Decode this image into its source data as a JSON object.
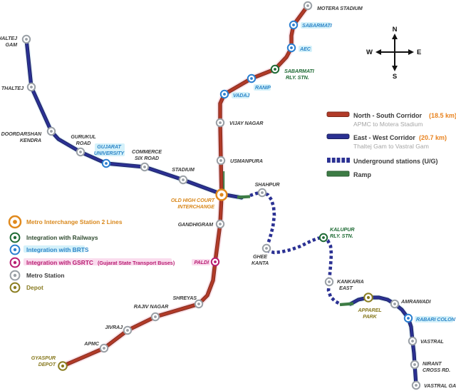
{
  "colors": {
    "north_south_corridor": "#b13a28",
    "east_west_corridor": "#2b3193",
    "ramp": "#3d7c45",
    "interchange": "#e0891d",
    "railways_integration": "#1f6b35",
    "brts_integration": "#2a7fd0",
    "gsrtc_integration": "#b81d72",
    "metro_station": "#9aa0a6",
    "depot": "#8a7d1f",
    "distance_text": "#e8821e",
    "station_label": "#3b3b3b",
    "subtitle_text": "#a6a6a6"
  },
  "compass": {
    "n": "N",
    "s": "S",
    "e": "E",
    "w": "W"
  },
  "legend_right": {
    "rows": [
      {
        "label": "North - South Corridor",
        "distance": "(18.5 km)",
        "subtitle": "APMC to Motera Stadium",
        "swatch": "red-solid"
      },
      {
        "label": "East - West Corridor",
        "distance": "(20.7 km)",
        "subtitle": "Thaltej Gam to Vastral Gam",
        "swatch": "blue-solid"
      },
      {
        "label": "Underground stations (U/G)",
        "swatch": "blue-dashed"
      },
      {
        "label": "Ramp",
        "swatch": "green-solid"
      }
    ]
  },
  "legend_left": {
    "rows": [
      {
        "label": "Metro Interchange Station 2 Lines",
        "type": "interchange"
      },
      {
        "label": "Integration with Railways",
        "type": "railways"
      },
      {
        "label": "Integration with BRTS",
        "type": "brts"
      },
      {
        "label": "Integration with GSRTC",
        "suffix": "(Gujarat State Transport Buses)",
        "type": "gsrtc"
      },
      {
        "label": "Metro Station",
        "type": "metro"
      },
      {
        "label": "Depot",
        "type": "depot"
      }
    ]
  },
  "stations": {
    "motera": {
      "label": "MOTERA STADIUM",
      "type": "metro"
    },
    "sabarmati": {
      "label": "SABARMATI",
      "type": "brts"
    },
    "aec": {
      "label": "AEC",
      "type": "brts"
    },
    "sabarmati_rly": {
      "line1": "SABARMATI",
      "line2": "RLY. STN.",
      "type": "railways"
    },
    "ranip": {
      "label": "RANIP",
      "type": "brts"
    },
    "vadaj": {
      "label": "VADAJ",
      "type": "brts"
    },
    "vijay_nagar": {
      "label": "VIJAY NAGAR",
      "type": "metro"
    },
    "usmanpura": {
      "label": "USMANPURA",
      "type": "metro"
    },
    "old_high_court": {
      "line1": "OLD HIGH COURT",
      "line2": "INTERCHANGE",
      "type": "interchange"
    },
    "gandhigram": {
      "label": "GANDHIGRAM",
      "type": "metro"
    },
    "paldi": {
      "label": "PALDI",
      "type": "gsrtc"
    },
    "shreyas": {
      "label": "SHREYAS",
      "type": "metro"
    },
    "rajiv_nagar": {
      "label": "RAJIV NAGAR",
      "type": "metro"
    },
    "jivraj": {
      "label": "JIVRAJ",
      "type": "metro"
    },
    "apmc": {
      "label": "APMC",
      "type": "metro"
    },
    "gyaspur_depot": {
      "line1": "GYASPUR",
      "line2": "DEPOT",
      "type": "depot"
    },
    "thaltej_gam": {
      "line1": "THALTEJ",
      "line2": "GAM",
      "type": "metro"
    },
    "thaltej": {
      "label": "THALTEJ",
      "type": "metro"
    },
    "doordarshan_kendra": {
      "line1": "DOORDARSHAN",
      "line2": "KENDRA",
      "type": "metro"
    },
    "gurukul_road": {
      "line1": "GURUKUL",
      "line2": "ROAD",
      "type": "metro"
    },
    "gujarat_university": {
      "line1": "GUJARAT",
      "line2": "UNIVERSITY",
      "type": "brts"
    },
    "commerce_six_road": {
      "line1": "COMMERCE",
      "line2": "SIX ROAD",
      "type": "metro"
    },
    "stadium": {
      "label": "STADIUM",
      "type": "metro"
    },
    "shahpur": {
      "label": "SHAHPUR",
      "type": "metro"
    },
    "ghee_kanta": {
      "line1": "GHEE",
      "line2": "KANTA",
      "type": "metro"
    },
    "kalupur_rly": {
      "line1": "KALUPUR",
      "line2": "RLY. STN.",
      "type": "railways"
    },
    "kankaria_east": {
      "line1": "KANKARIA",
      "line2": "EAST",
      "type": "metro"
    },
    "apparel_park": {
      "line1": "APPAREL",
      "line2": "PARK",
      "type": "depot"
    },
    "amraiwadi": {
      "label": "AMRAIWADI",
      "type": "metro"
    },
    "rabari_colony": {
      "label": "RABARI COLONY",
      "type": "brts"
    },
    "vastral": {
      "label": "VASTRAL",
      "type": "metro"
    },
    "nirant_cross_rd": {
      "line1": "NIRANT",
      "line2": "CROSS RD.",
      "type": "metro"
    },
    "vastral_gam": {
      "label": "VASTRAL GAM",
      "type": "metro"
    }
  }
}
